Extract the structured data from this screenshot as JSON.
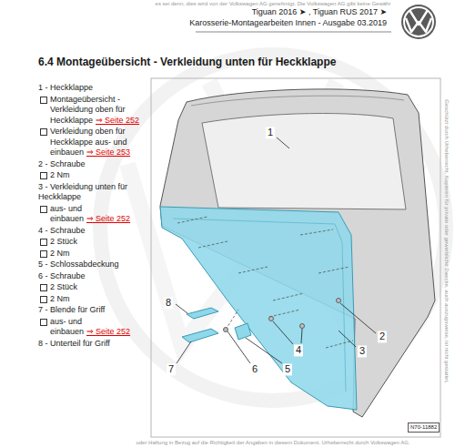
{
  "diagram": {
    "title": "6.4 Montageübersicht - Verkleidung unten für Heckklappe",
    "labels": [
      "Tiguan 2016 ➤ , Tiguan RUS 2017 ➤",
      "Karosserie-Montagearbeiten Innen - Ausgabe 03.2019",
      "1 - Heckklappe",
      "Montageübersicht - Verkleidung oben für Heckklappe",
      "⇒ Seite 252",
      "Verkleidung oben für Heckklappe aus- und einbauen",
      "⇒ Seite 253",
      "2 - Schraube",
      "2 Nm",
      "3 - Verkleidung unten für Heckklappe",
      "aus- und einbauen",
      "⇒ Seite 252",
      "4 - Schraube",
      "2 Stück",
      "2 Nm",
      "5 - Schlossabdeckung",
      "6 - Schraube",
      "2 Stück",
      "2 Nm",
      "7 - Blende für Griff",
      "aus- und einbauen",
      "⇒ Seite 252",
      "8 - Unterteil für Griff",
      "1",
      "2",
      "3",
      "4",
      "5",
      "6",
      "7",
      "8",
      "N70-11882",
      "Geschützt durch Urheberrecht. Kopieren für private oder gewerbliche Zwecke, auch auszugsweise, ist nicht gestattet,",
      "es sei denn, dies wird von der Volkswagen AG genehmigt. Die Volkswagen AG gibt keine Gewähr",
      "oder Haftung in Bezug auf die Richtigkeit der Angaben in diesem Dokument. Urheberrecht durch Volkswagen AG."
    ]
  }
}
